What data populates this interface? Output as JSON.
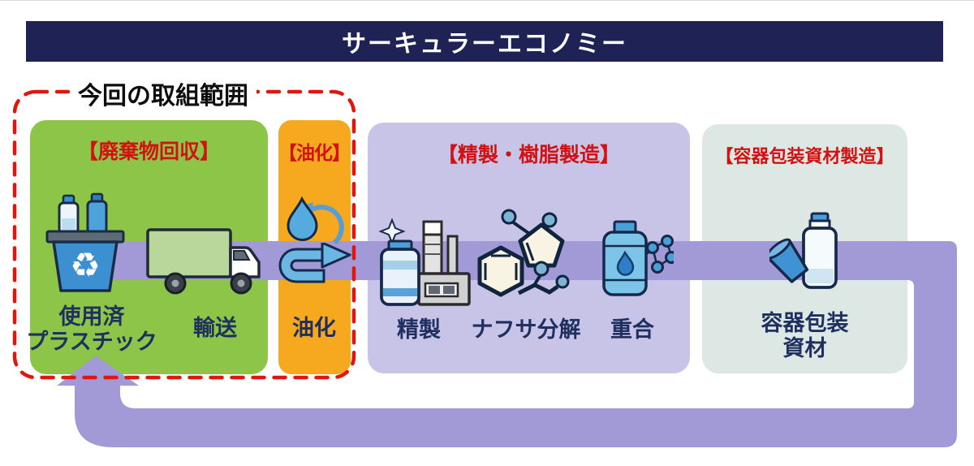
{
  "banner": {
    "title": "サーキュラーエコノミー"
  },
  "scope": {
    "label": "今回の取組範囲"
  },
  "boxes": {
    "waste": {
      "header": "【廃棄物回収】",
      "plastic_label_line1": "使用済",
      "plastic_label_line2": "プラスチック",
      "transport_label": "輸送"
    },
    "oil": {
      "header": "【油化】",
      "label": "油化"
    },
    "refining": {
      "header": "【精製・樹脂製造】",
      "steps": [
        "精製",
        "ナフサ分解",
        "重合"
      ]
    },
    "packaging": {
      "header": "【容器包装資材製造】",
      "label_line1": "容器包装",
      "label_line2": "資材"
    }
  },
  "icons": {
    "recycle_symbol": "♻",
    "names": [
      "recycle-bin-icon",
      "truck-icon",
      "oil-drop-recycle-icon",
      "u-turn-arrow-icon",
      "refinery-icon",
      "molecule-icon",
      "polymer-bottle-icon",
      "packaging-bottle-cup-icon",
      "recycle-loop-arrow"
    ]
  },
  "colors": {
    "banner_bg": "#1f2255",
    "waste_box": "#8dc549",
    "oil_box": "#f6a81f",
    "refining_box": "#c8c4e8",
    "packaging_box": "#dde8e5",
    "flow_band": "#a19ad6",
    "header_red": "#d21212",
    "label_navy": "#1f3060",
    "scope_dash_red": "#e0170f"
  }
}
